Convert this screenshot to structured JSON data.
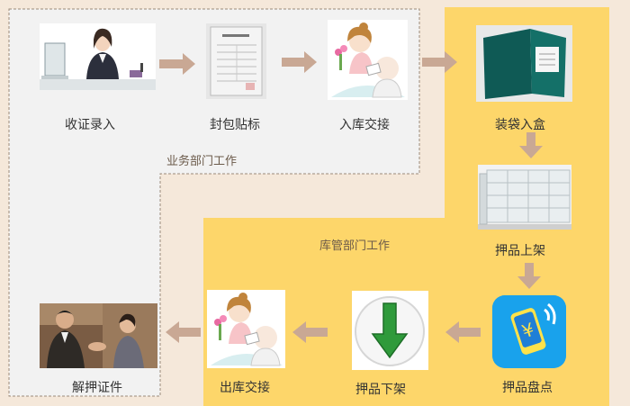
{
  "sections": {
    "business": "业务部门工作",
    "warehouse": "库管部门工作"
  },
  "steps": {
    "s1": "收证录入",
    "s2": "封包贴标",
    "s3": "入库交接",
    "s4": "装袋入盒",
    "s5": "押品上架",
    "s6": "押品盘点",
    "s7": "押品下架",
    "s8": "出库交接",
    "s9": "解押证件"
  },
  "icons": {
    "s6": "yuan-phone-icon",
    "s7": "down-arrow-icon"
  },
  "colors": {
    "background": "#f5e8da",
    "business_area": "#f2f2f2",
    "warehouse_area": "#fdd66a",
    "arrow": "#c9a894",
    "dashed_border": "#9a8a7a"
  }
}
